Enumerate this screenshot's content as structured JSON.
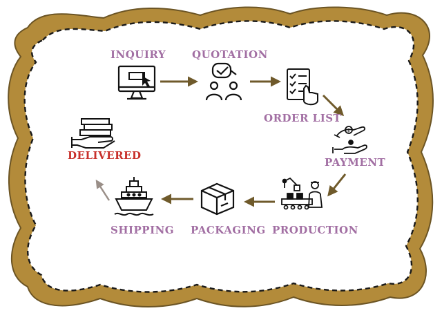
{
  "colors": {
    "frame": "#b38b3a",
    "frame_dark": "#6b5424",
    "label": "#a26fa3",
    "delivered": "#c8302b",
    "arrow": "#6f5a2b",
    "arrow_light": "#9a8f88",
    "icon": "#111111"
  },
  "steps": {
    "inquiry": {
      "label": "INQUIRY",
      "icon": "computer-monitor-cursor-icon"
    },
    "quotation": {
      "label": "QUOTATION",
      "icon": "people-discussion-check-icon"
    },
    "order_list": {
      "label": "ORDER LIST",
      "icon": "checklist-hand-icon"
    },
    "payment": {
      "label": "PAYMENT",
      "icon": "hand-coin-payment-icon"
    },
    "production": {
      "label": "PRODUCTION",
      "icon": "factory-worker-conveyor-icon"
    },
    "packaging": {
      "label": "PACKAGING",
      "icon": "package-box-icon"
    },
    "shipping": {
      "label": "SHIPPING",
      "icon": "cargo-ship-icon"
    },
    "delivered": {
      "label": "DELIVERED",
      "icon": "hand-holding-boxes-icon"
    }
  }
}
